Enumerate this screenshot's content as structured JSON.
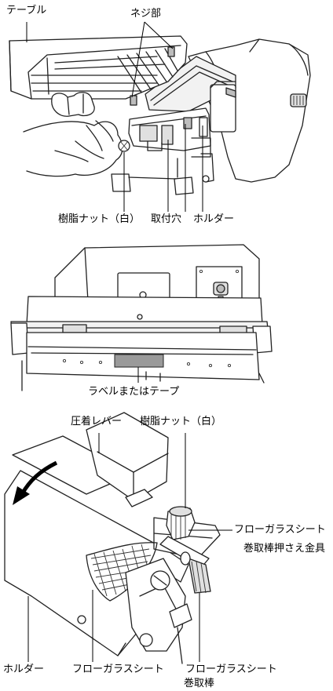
{
  "figure1": {
    "labels": {
      "table": "テーブル",
      "screw": "ネジ部",
      "resin_nut": "樹脂ナット（白）",
      "mount_hole": "取付穴",
      "holder": "ホルダー"
    }
  },
  "figure2": {
    "labels": {
      "label_or_tape": "ラベルまたはテープ"
    }
  },
  "figure3": {
    "labels": {
      "press_lever": "圧着レバー",
      "resin_nut": "樹脂ナット（白）",
      "flow_glass_sheet_retainer_line1": "フローガラスシート",
      "flow_glass_sheet_retainer_line2": "巻取棒押さえ金具",
      "holder": "ホルダー",
      "flow_glass_sheet": "フローガラスシート",
      "flow_glass_sheet_rod_line1": "フローガラスシート",
      "flow_glass_sheet_rod_line2": "巻取棒"
    }
  }
}
